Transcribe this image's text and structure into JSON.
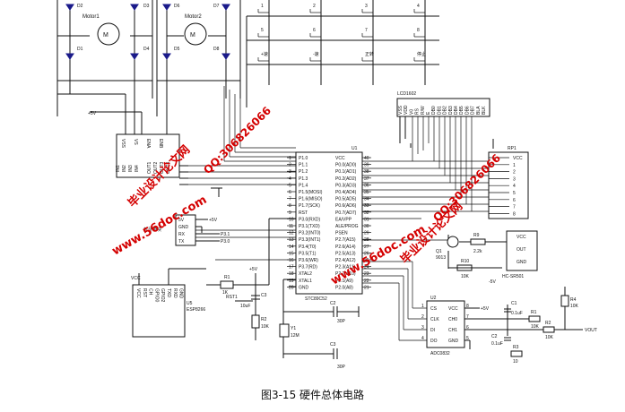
{
  "caption": "图3-15  硬件总体电路",
  "motors": [
    "Motor1",
    "Motor2"
  ],
  "diodes": [
    "D1",
    "D2",
    "D3",
    "D4",
    "D5",
    "D6",
    "D7",
    "D8"
  ],
  "keys": [
    "1",
    "2",
    "3",
    "4",
    "5",
    "6",
    "7",
    "8",
    "+速",
    "-速",
    "正转",
    "停止"
  ],
  "lcd": {
    "label": "LCD1602",
    "pins": [
      "VSS",
      "VDD",
      "V0",
      "RS",
      "R/W",
      "E",
      "DB0",
      "DB1",
      "DB2",
      "DB3",
      "DB4",
      "DB5",
      "DB6",
      "DB7",
      "BLA",
      "BLK"
    ]
  },
  "driver": {
    "pins_top": [
      "VSS",
      "VS",
      "ENA",
      "ENB"
    ],
    "pins_left": [
      "IN1",
      "IN2",
      "IN3",
      "IN4"
    ],
    "pins_right": [
      "OUT1",
      "OUT2",
      "OUT3",
      "OUT4"
    ],
    "vdd": "+5V"
  },
  "mcu": {
    "label": "U1",
    "part": "STC89C52",
    "left_pins": [
      "P1.0",
      "P1.1",
      "P1.2",
      "P1.3",
      "P1.4",
      "P1.5(MOSI)",
      "P1.6(MISO)",
      "P1.7(SCK)",
      "RST",
      "P3.0(RXD)",
      "P3.1(TXD)",
      "P3.2(INT0)",
      "P3.3(INT1)",
      "P3.4(T0)",
      "P3.5(T1)",
      "P3.6(WR)",
      "P3.7(RD)",
      "XTAL2",
      "XTAL1",
      "GND"
    ],
    "right_pins": [
      "VCC",
      "P0.0(AD0)",
      "P0.1(AD1)",
      "P0.2(AD2)",
      "P0.3(AD3)",
      "P0.4(AD4)",
      "P0.5(AD5)",
      "P0.6(AD6)",
      "P0.7(AD7)",
      "EA/VPP",
      "ALE/PROG",
      "PSEN",
      "P2.7(A15)",
      "P2.6(A14)",
      "P2.5(A13)",
      "P2.4(A12)",
      "P2.3(A11)",
      "P2.2(A10)",
      "P2.1(A9)",
      "P2.0(A8)"
    ],
    "right_nums": [
      "40",
      "39",
      "38",
      "37",
      "36",
      "35",
      "34",
      "33",
      "32",
      "31",
      "30",
      "29",
      "28",
      "27",
      "26",
      "25",
      "24",
      "23",
      "22",
      "21"
    ],
    "left_nums": [
      "1",
      "2",
      "3",
      "4",
      "5",
      "6",
      "7",
      "8",
      "9",
      "10",
      "11",
      "12",
      "13",
      "14",
      "15",
      "16",
      "17",
      "18",
      "19",
      "20"
    ]
  },
  "bt": {
    "pins": [
      "5V",
      "GND",
      "RX",
      "TX"
    ],
    "label": "蓝牙模块",
    "p1": "P3.1",
    "p0": "P3.0",
    "vcc": "+5V"
  },
  "wifi": {
    "label": "U5",
    "part": "ESP8266",
    "pins": [
      "VCC",
      "RST",
      "CH",
      "GPIO0",
      "GPIO2",
      "TXD",
      "RXD",
      "GND"
    ],
    "vcc": "VCC"
  },
  "reset": {
    "r1": "R1",
    "r1v": "1K",
    "btn": "RST1",
    "c3": "C3",
    "c3v": "10uF",
    "r2": "R2",
    "r2v": "10K",
    "vcc": "+5V"
  },
  "crystal": {
    "y": "Y1",
    "v": "12M",
    "c1": "C2",
    "c1v": "30P",
    "c2": "C3",
    "c2v": "30P"
  },
  "dht": {
    "label": "RP1",
    "pins": [
      "VCC",
      "1",
      "2",
      "3",
      "4",
      "5",
      "6",
      "7",
      "8"
    ]
  },
  "sensor": {
    "label": "HC-SR501",
    "pins": [
      "VCC",
      "OUT",
      "GND"
    ],
    "q": "Q1",
    "qv": "9013",
    "r9": "R9",
    "r9v": "2.2k",
    "r10": "R10",
    "r10v": "10K",
    "gnd": "-5V"
  },
  "adc": {
    "label": "U2",
    "part": "ADC0832",
    "pins_l": [
      "CS",
      "CLK",
      "DI",
      "DO"
    ],
    "pins_r": [
      "VCC",
      "CH0",
      "CH1",
      "GND"
    ],
    "nums_l": [
      "1",
      "2",
      "3",
      "4"
    ],
    "nums_r": [
      "8",
      "7",
      "6",
      "5"
    ],
    "vcc": "+5V",
    "vout": "VOUT",
    "c1": "C1",
    "c1v": "0.1uF",
    "c2": "C2",
    "c2v": "0.1uF",
    "r1": "R1",
    "r1v": "10K",
    "r2": "R2",
    "r2v": "10K",
    "r4": "R4",
    "r4v": "10K",
    "r3": "R3",
    "r3v": "10"
  },
  "watermarks": {
    "site": "www.56doc.com",
    "title": "毕业设计论文网",
    "qq": "QQ:306826066"
  }
}
